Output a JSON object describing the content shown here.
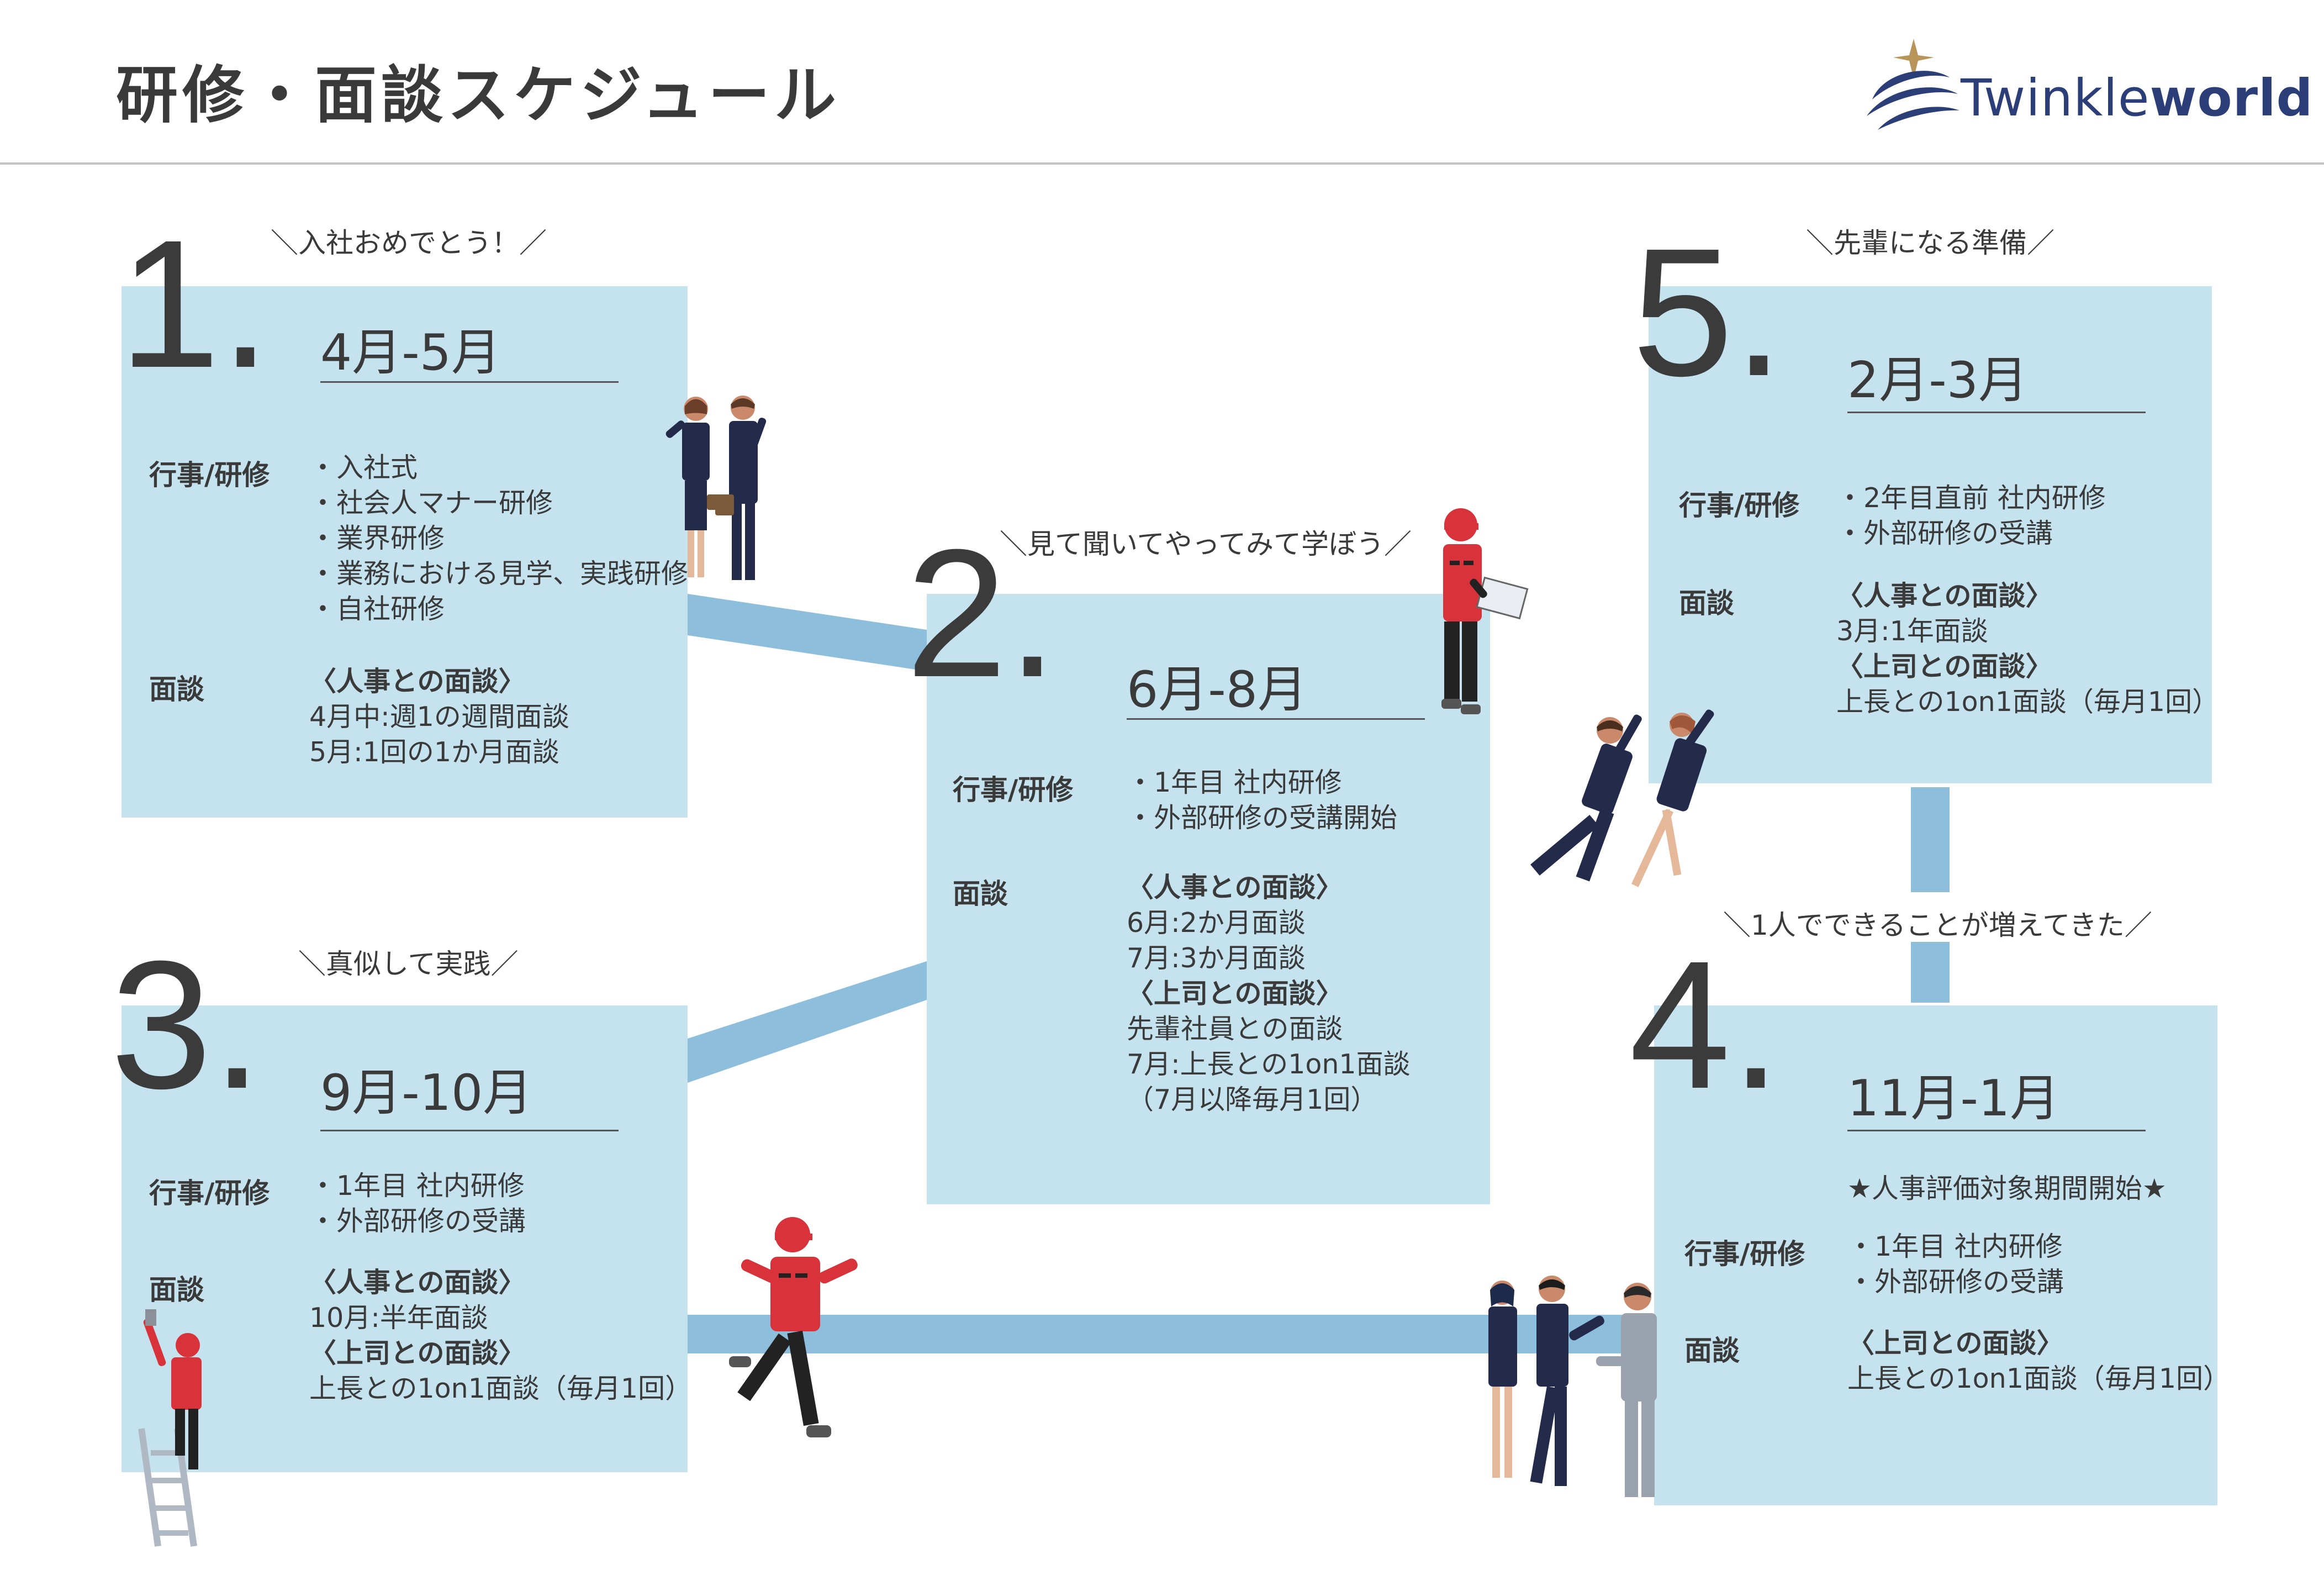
{
  "header": {
    "title": "研修・面談スケジュール"
  },
  "logo": {
    "text_light": "Twinkle",
    "text_bold": "world",
    "colors": {
      "navy": "#2c3e77",
      "gold": "#b8965a"
    }
  },
  "colors": {
    "card": "#c5e3ef",
    "connector": "#8dbfdc",
    "text": "#3a3a3a"
  },
  "steps": [
    {
      "number": "1.",
      "tagline": "＼入社おめでとう！／",
      "period": "4月-5月",
      "activity_label": "行事/研修",
      "activities": [
        "・入社式",
        "・社会人マナー研修",
        "・業界研修",
        "・業務における見学、実践研修",
        "・自社研修"
      ],
      "interview_label": "面談",
      "interviews": [
        "〈人事との面談〉",
        "4月中:週1の週間面談",
        "5月:1回の1か月面談"
      ]
    },
    {
      "number": "2.",
      "tagline": "＼見て聞いてやってみて学ぼう／",
      "period": "6月-8月",
      "activity_label": "行事/研修",
      "activities": [
        "・1年目 社内研修",
        "・外部研修の受講開始"
      ],
      "interview_label": "面談",
      "interviews": [
        "〈人事との面談〉",
        "6月:2か月面談",
        "7月:3か月面談",
        "〈上司との面談〉",
        "先輩社員との面談",
        "7月:上長との1on1面談",
        "（7月以降毎月1回）"
      ]
    },
    {
      "number": "3.",
      "tagline": "＼真似して実践／",
      "period": "9月-10月",
      "activity_label": "行事/研修",
      "activities": [
        "・1年目 社内研修",
        "・外部研修の受講"
      ],
      "interview_label": "面談",
      "interviews": [
        "〈人事との面談〉",
        "10月:半年面談",
        "〈上司との面談〉",
        "上長との1on1面談（毎月1回）"
      ]
    },
    {
      "number": "4.",
      "tagline": "＼1人でできることが増えてきた／",
      "period": "11月-1月",
      "special": "★人事評価対象期間開始★",
      "activity_label": "行事/研修",
      "activities": [
        "・1年目 社内研修",
        "・外部研修の受講"
      ],
      "interview_label": "面談",
      "interviews": [
        "〈上司との面談〉",
        "上長との1on1面談（毎月1回）"
      ]
    },
    {
      "number": "5.",
      "tagline": "＼先輩になる準備／",
      "period": "2月-3月",
      "activity_label": "行事/研修",
      "activities": [
        "・2年目直前 社内研修",
        "・外部研修の受講"
      ],
      "interview_label": "面談",
      "interviews": [
        "〈人事との面談〉",
        "3月:1年面談",
        "〈上司との面談〉",
        "上長との1on1面談（毎月1回）"
      ]
    }
  ],
  "illustrations": [
    "new-employees-cheering-icon",
    "worker-with-clipboard-icon",
    "worker-on-ladder-icon",
    "worker-running-icon",
    "business-handshake-icon",
    "employees-jumping-icon"
  ]
}
